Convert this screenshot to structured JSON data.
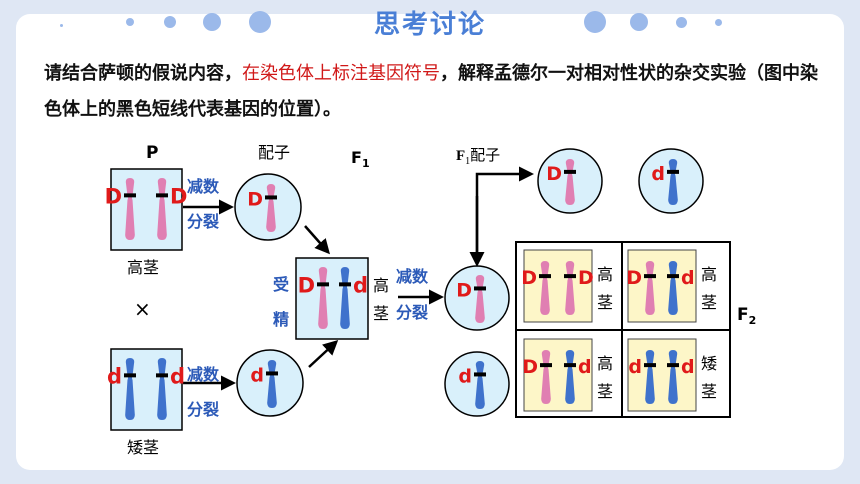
{
  "slide": {
    "title": "思考讨论",
    "prompt_part1": "请结合萨顿的假说内容，",
    "prompt_highlight": "在染色体上标注基因符号",
    "prompt_part2": "，解释孟德尔一对相对性状的杂交实验（图中染色体上的黑色短线代表基因的位置）。"
  },
  "diagram": {
    "labels": {
      "p": "P",
      "gamete": "配子",
      "f1": "F",
      "f1_sub": "1",
      "f1_gamete": "配子",
      "f2": "F",
      "f2_sub": "2",
      "tall": "高茎",
      "dwarf": "矮茎",
      "cross": "×",
      "meiosis_1": "减数",
      "meiosis_2": "分裂",
      "fert_1": "受",
      "fert_2": "精",
      "tall_1": "高",
      "tall_2": "茎",
      "dwarf_1": "矮",
      "stem": "茎"
    },
    "alleles": {
      "dominant": "D",
      "recessive": "d"
    },
    "colors": {
      "pink": "#e07fb2",
      "blue": "#3f72cc",
      "cell_fill": "#d9f0fb",
      "grid_fill": "#fdf6c8",
      "allele_red": "#e01a1a",
      "meiosis_blue": "#2c5ab8"
    }
  }
}
